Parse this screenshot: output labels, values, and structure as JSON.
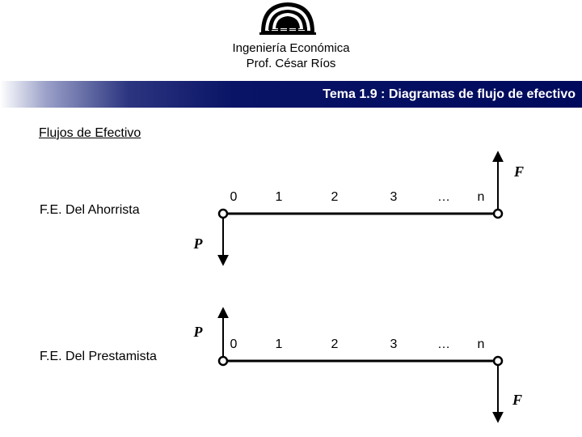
{
  "header": {
    "line1": "Ingeniería Económica",
    "line2": "Prof. César Ríos"
  },
  "banner": {
    "title": "Tema 1.9 : Diagramas de flujo de efectivo"
  },
  "section_title": "Flujos de Efectivo",
  "diagrams": [
    {
      "label": "F.E.  Del  Ahorrista",
      "ticks": [
        "0",
        "1",
        "2",
        "3",
        "…",
        "n"
      ],
      "start_arrow_label": "P",
      "start_arrow_direction": "down",
      "end_arrow_label": "F",
      "end_arrow_direction": "up"
    },
    {
      "label": "F.E.  Del  Prestamista",
      "ticks": [
        "0",
        "1",
        "2",
        "3",
        "…",
        "n"
      ],
      "start_arrow_label": "P",
      "start_arrow_direction": "up",
      "end_arrow_label": "F",
      "end_arrow_direction": "down"
    }
  ],
  "colors": {
    "banner_dark": "#000a5c",
    "banner_text": "#ffffff"
  }
}
